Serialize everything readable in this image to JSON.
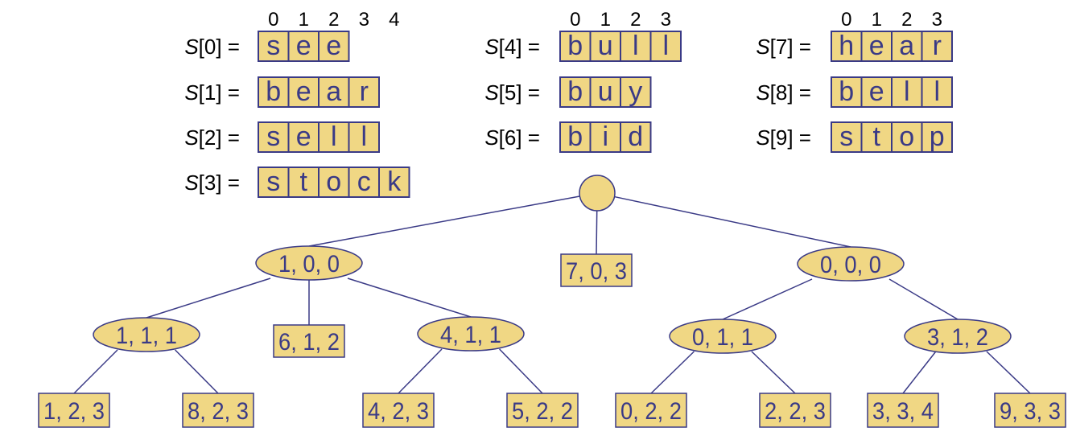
{
  "colors": {
    "fill": "#f0d784",
    "stroke": "#3a3a86",
    "node_text": "#3a3a86",
    "label_text": "#000000"
  },
  "strings": {
    "columns": [
      {
        "indices": [
          "0",
          "1",
          "2",
          "3",
          "4"
        ],
        "items": [
          {
            "label_var": "S",
            "label_rest": "[0] =",
            "chars": [
              "s",
              "e",
              "e"
            ]
          },
          {
            "label_var": "S",
            "label_rest": "[1] =",
            "chars": [
              "b",
              "e",
              "a",
              "r"
            ]
          },
          {
            "label_var": "S",
            "label_rest": "[2] =",
            "chars": [
              "s",
              "e",
              "l",
              "l"
            ]
          },
          {
            "label_var": "S",
            "label_rest": "[3] =",
            "chars": [
              "s",
              "t",
              "o",
              "c",
              "k"
            ]
          }
        ]
      },
      {
        "indices": [
          "0",
          "1",
          "2",
          "3"
        ],
        "items": [
          {
            "label_var": "S",
            "label_rest": "[4] =",
            "chars": [
              "b",
              "u",
              "l",
              "l"
            ]
          },
          {
            "label_var": "S",
            "label_rest": "[5] =",
            "chars": [
              "b",
              "u",
              "y"
            ]
          },
          {
            "label_var": "S",
            "label_rest": "[6] =",
            "chars": [
              "b",
              "i",
              "d"
            ]
          }
        ]
      },
      {
        "indices": [
          "0",
          "1",
          "2",
          "3"
        ],
        "items": [
          {
            "label_var": "S",
            "label_rest": "[7] =",
            "chars": [
              "h",
              "e",
              "a",
              "r"
            ]
          },
          {
            "label_var": "S",
            "label_rest": "[8] =",
            "chars": [
              "b",
              "e",
              "l",
              "l"
            ]
          },
          {
            "label_var": "S",
            "label_rest": "[9] =",
            "chars": [
              "s",
              "t",
              "o",
              "p"
            ]
          }
        ]
      }
    ]
  },
  "tree": {
    "root": {
      "id": "root",
      "shape": "circle",
      "label": ""
    },
    "nodes": [
      {
        "id": "n100",
        "shape": "ellipse",
        "label": "1, 0, 0",
        "parent": "root"
      },
      {
        "id": "n703",
        "shape": "rect",
        "label": "7, 0, 3",
        "parent": "root"
      },
      {
        "id": "n000",
        "shape": "ellipse",
        "label": "0, 0, 0",
        "parent": "root"
      },
      {
        "id": "n111",
        "shape": "ellipse",
        "label": "1, 1, 1",
        "parent": "n100"
      },
      {
        "id": "n612",
        "shape": "rect",
        "label": "6, 1, 2",
        "parent": "n100"
      },
      {
        "id": "n411",
        "shape": "ellipse",
        "label": "4, 1, 1",
        "parent": "n100"
      },
      {
        "id": "n011",
        "shape": "ellipse",
        "label": "0, 1, 1",
        "parent": "n000"
      },
      {
        "id": "n312",
        "shape": "ellipse",
        "label": "3, 1, 2",
        "parent": "n000"
      },
      {
        "id": "n123",
        "shape": "rect",
        "label": "1, 2, 3",
        "parent": "n111"
      },
      {
        "id": "n823",
        "shape": "rect",
        "label": "8, 2, 3",
        "parent": "n111"
      },
      {
        "id": "n423",
        "shape": "rect",
        "label": "4, 2, 3",
        "parent": "n411"
      },
      {
        "id": "n522",
        "shape": "rect",
        "label": "5, 2, 2",
        "parent": "n411"
      },
      {
        "id": "n022",
        "shape": "rect",
        "label": "0, 2, 2",
        "parent": "n011"
      },
      {
        "id": "n223",
        "shape": "rect",
        "label": "2, 2, 3",
        "parent": "n011"
      },
      {
        "id": "n334",
        "shape": "rect",
        "label": "3, 3, 4",
        "parent": "n312"
      },
      {
        "id": "n933",
        "shape": "rect",
        "label": "9, 3, 3",
        "parent": "n312"
      }
    ]
  }
}
